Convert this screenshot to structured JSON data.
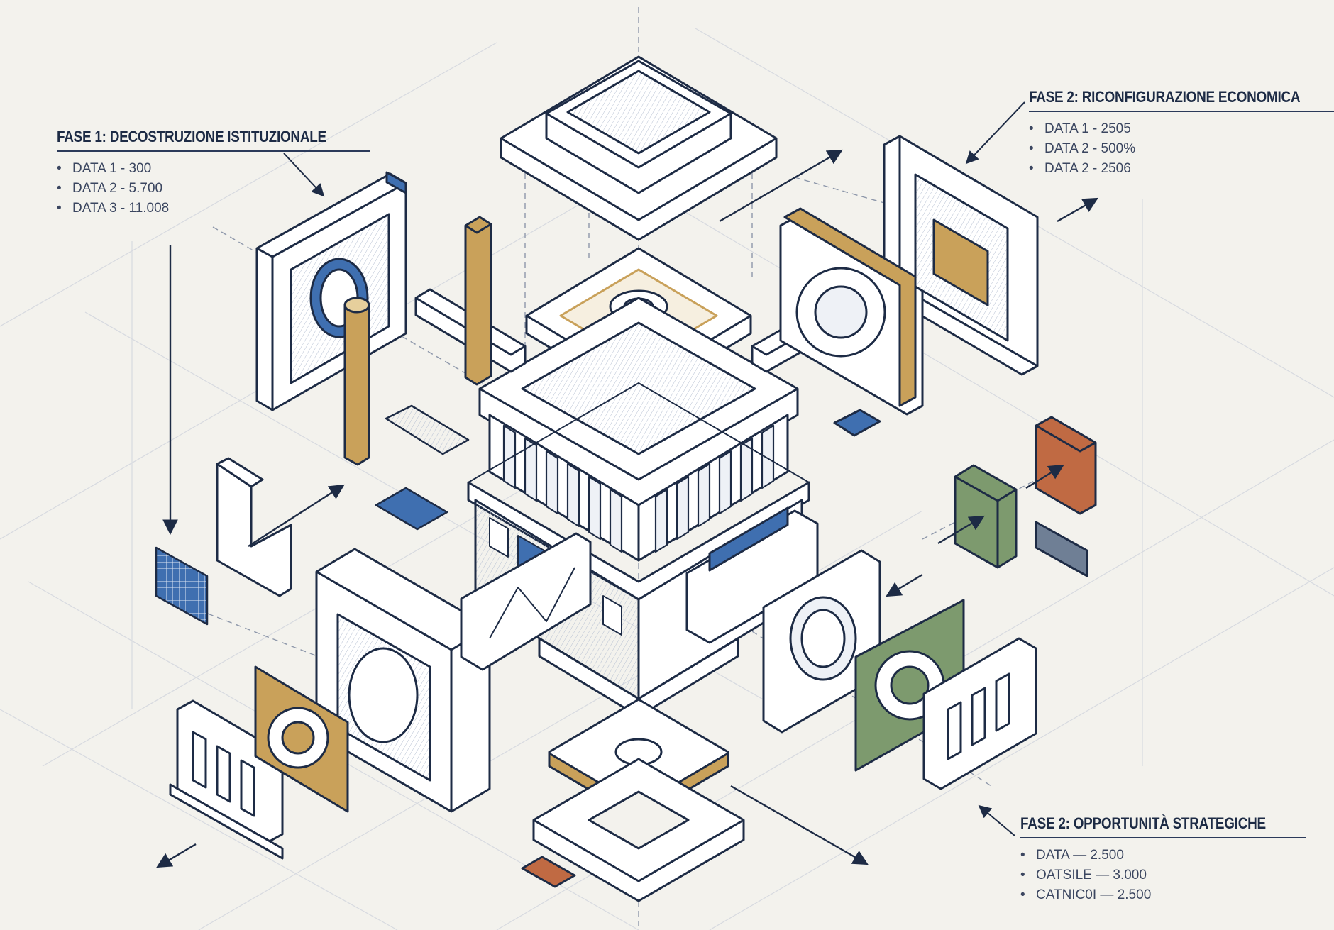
{
  "callouts": {
    "fase1": {
      "title": "FASE 1: DECOSTRUZIONE ISTITUZIONALE",
      "items": [
        "DATA 1 - 300",
        "DATA 2 - 5.700",
        "DATA 3 - 11.008"
      ]
    },
    "fase2_economica": {
      "title": "FASE 2: RICONFIGURAZIONE ECONOMICA",
      "items": [
        "DATA 1 - 2505",
        "DATA 2 - 500%",
        "DATA 2 - 2506"
      ]
    },
    "fase2_opportunita": {
      "title": "FASE 2: OPPORTUNITÀ STRATEGICHE",
      "items": [
        "DATA — 2.500",
        "OATSILE — 3.000",
        "CATNIC0I — 2.500"
      ]
    }
  },
  "colors": {
    "background": "#f3f2ed",
    "line": "#1d2b45",
    "blue_accent": "#3f6fb0",
    "gold_accent": "#c9a15a",
    "green_accent": "#7d9a6e",
    "orange_accent": "#c06a43",
    "slate_accent": "#6f7f95"
  }
}
